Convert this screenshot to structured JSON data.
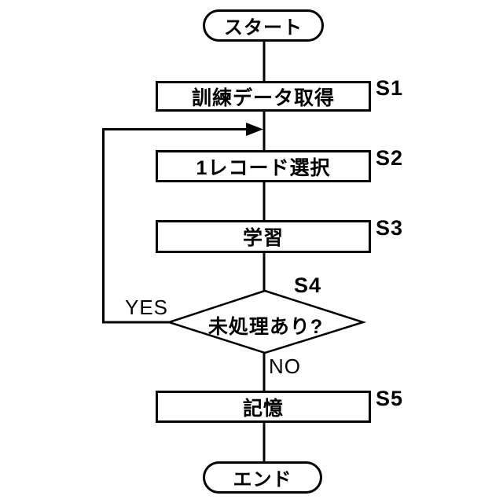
{
  "diagram": {
    "background": "#ffffff",
    "line_color": "#000000",
    "terminals": {
      "start": "スタート",
      "end": "エンド"
    },
    "steps": [
      {
        "id": "S1",
        "label": "訓練データ取得",
        "type": "process"
      },
      {
        "id": "S2",
        "label": "1レコード選択",
        "type": "process"
      },
      {
        "id": "S3",
        "label": "学習",
        "type": "process"
      },
      {
        "id": "S4",
        "label": "未処理あり?",
        "type": "decision"
      },
      {
        "id": "S5",
        "label": "記憶",
        "type": "process"
      }
    ],
    "branches": {
      "yes": "YES",
      "no": "NO"
    }
  }
}
